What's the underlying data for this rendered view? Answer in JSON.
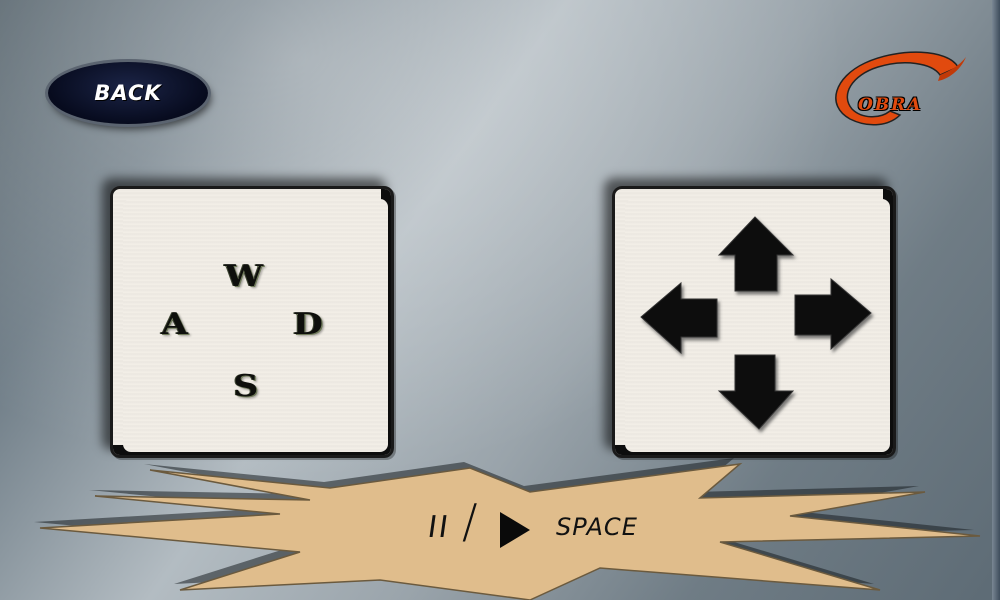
{
  "back_button": {
    "label": "BACK"
  },
  "logo": {
    "letter": "C",
    "word": "OBRA",
    "color": "#e14a0e"
  },
  "wasd_panel": {
    "keys": {
      "up": "W",
      "left": "A",
      "right": "D",
      "down": "S"
    }
  },
  "arrows_panel": {
    "icons": [
      "arrow-up-icon",
      "arrow-left-icon",
      "arrow-right-icon",
      "arrow-down-icon"
    ]
  },
  "pause_bar": {
    "pause_symbol": "II",
    "separator": "/",
    "play_icon": "play-icon",
    "key_label": "SPACE"
  },
  "colors": {
    "panel_bg": "#f1ede6",
    "burst": "#e3c08f",
    "back_bg": "#0b1130"
  }
}
